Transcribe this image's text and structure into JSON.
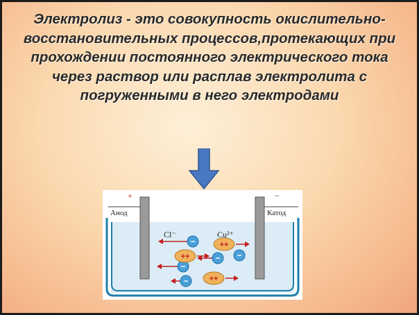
{
  "definition_text": "Электролиз - это совокупность окислительно-восстановительных процессов,протекающих при прохождении постоянного электрического тока через раствор или расплав электролита с погруженными в него электродами",
  "diagram": {
    "anode_label": "Анод",
    "cathode_label": "Катод",
    "anode_sign": "+",
    "cathode_sign": "−",
    "anion_label": "Cl⁻",
    "cation_label": "Cu²⁺",
    "anion_symbol": "−",
    "cation_symbol": "++"
  },
  "colors": {
    "arrow": "#4a78c0",
    "liquid": "#dcecf6",
    "vessel": "#1e7fa8",
    "electrode": "#9a9a9a",
    "anion": "#4aa0d8",
    "cation": "#f0b25a",
    "ion_arrow": "#c21e1e"
  },
  "icons": [
    "down-arrow-icon"
  ]
}
